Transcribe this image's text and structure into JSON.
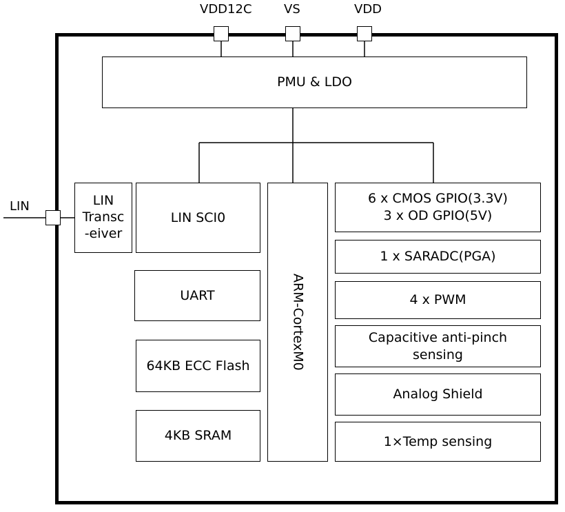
{
  "pins": {
    "vdd12c": "VDD12C",
    "vs": "VS",
    "vdd": "VDD",
    "lin": "LIN"
  },
  "blocks": {
    "pmu": "PMU & LDO",
    "lin_transceiver": "LIN\nTransc\n-eiver",
    "lin_sci": "LIN SCI0",
    "core": "ARM-CortexM0",
    "uart": "UART",
    "flash": "64KB ECC Flash",
    "sram": "4KB SRAM",
    "gpio": "6 x CMOS GPIO(3.3V)\n3 x OD GPIO(5V)",
    "saradc": "1 x SARADC(PGA)",
    "pwm": "4 x PWM",
    "cap_sensing": "Capacitive anti-pinch\nsensing",
    "analog_shield": "Analog Shield",
    "temp_sensing": "1×Temp sensing"
  }
}
